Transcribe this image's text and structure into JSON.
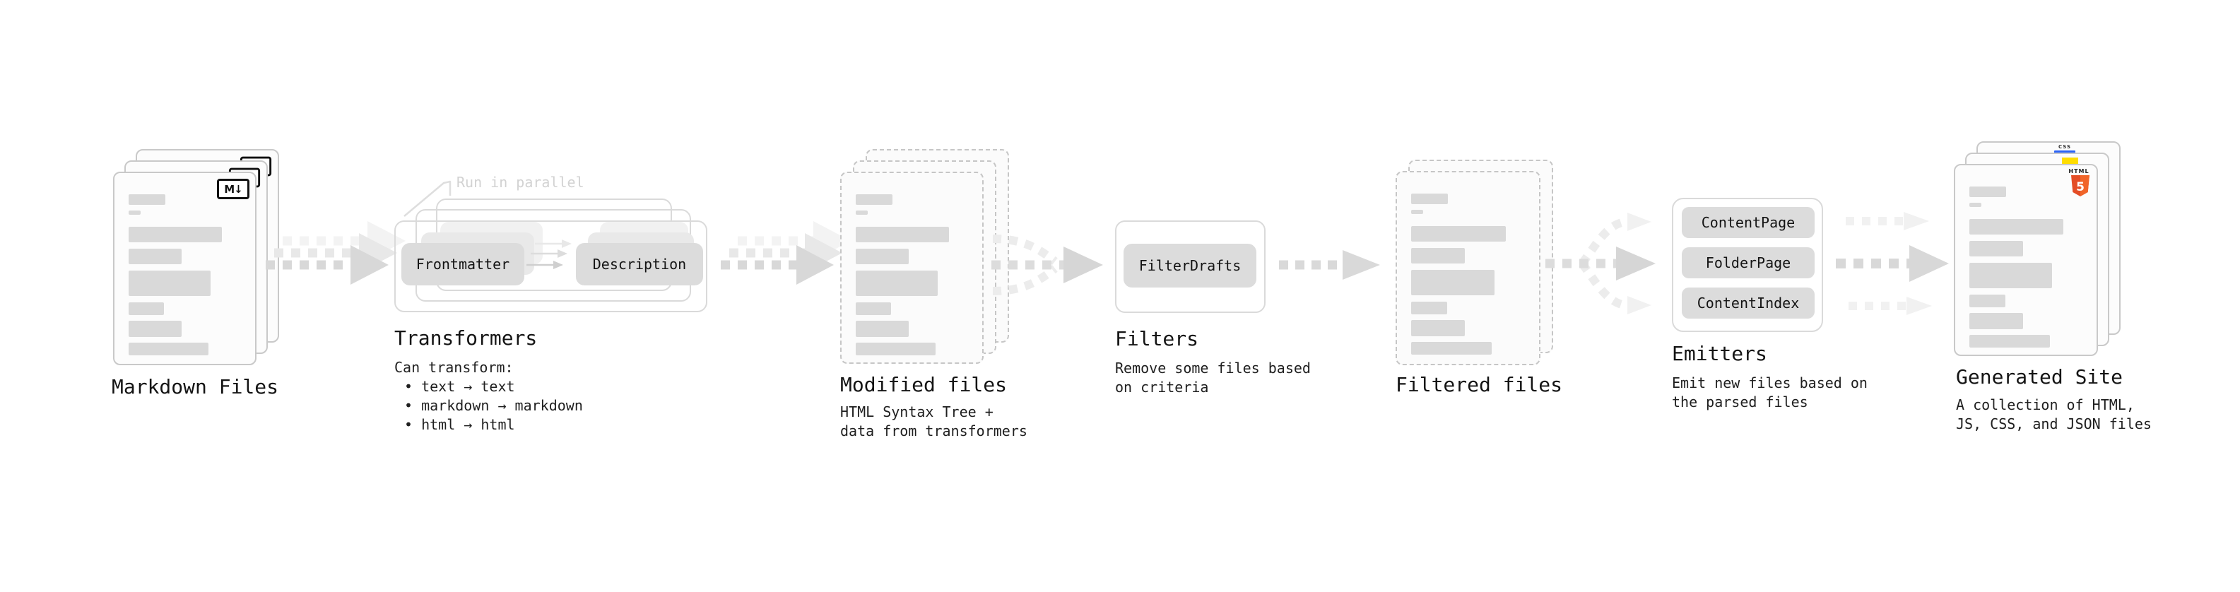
{
  "stages": {
    "markdown_files": {
      "label": "Markdown Files",
      "badge": "M↓"
    },
    "transformers": {
      "label": "Transformers",
      "annotation": "Run in parallel",
      "pill_left": "Frontmatter",
      "pill_right": "Description",
      "caption_title": "Can transform:",
      "bullets": [
        "• text → text",
        "• markdown → markdown",
        "• html → html"
      ]
    },
    "modified_files": {
      "label": "Modified files",
      "caption_lines": [
        "HTML Syntax Tree +",
        "data from transformers"
      ]
    },
    "filters": {
      "label": "Filters",
      "pill": "FilterDrafts",
      "caption_lines": [
        "Remove some files based",
        "on criteria"
      ]
    },
    "filtered_files": {
      "label": "Filtered files"
    },
    "emitters": {
      "label": "Emitters",
      "pills": [
        "ContentPage",
        "FolderPage",
        "ContentIndex"
      ],
      "caption_lines": [
        "Emit new files based on",
        "the parsed files"
      ]
    },
    "generated_site": {
      "label": "Generated Site",
      "caption_lines": [
        "A collection of HTML,",
        "JS, CSS, and JSON files"
      ],
      "css_badge": "CSS",
      "html_badge_label": "HTML",
      "html_badge_number": "5"
    }
  },
  "colors": {
    "arrow": "#d7d7d7",
    "arrow_ghost": "#eaeaea",
    "arrow_faint": "#f1f1f1",
    "outline": "#dadada",
    "pill_fill": "#dcdcdc",
    "bar_fill": "#d9d9d9",
    "text": "#161616",
    "annotation": "#d2d2d2",
    "css_blue": "#2b63f6",
    "js_yellow": "#ffdd00",
    "html5_orange": "#e44d26",
    "html5_orange_light": "#f16529"
  }
}
